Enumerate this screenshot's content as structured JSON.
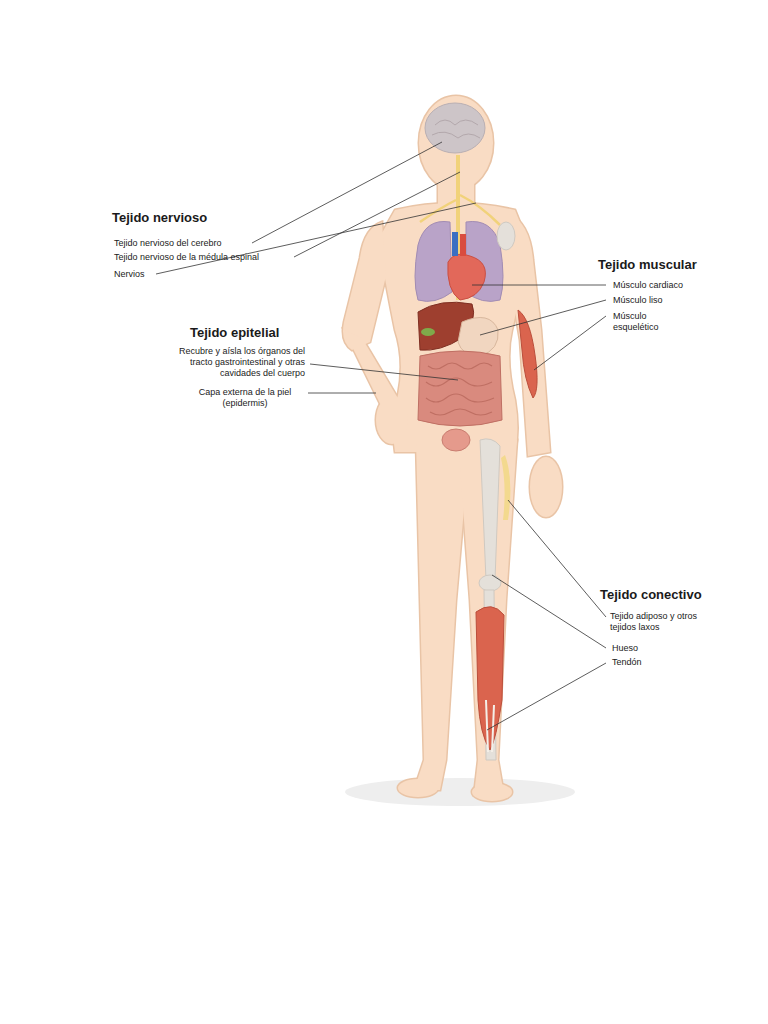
{
  "diagram": {
    "labels": [
      "Tejido nervioso",
      "Tejido nervioso del cerebro",
      "Tejido nervioso de la médula espinal",
      "Nervios",
      "Tejido muscular",
      "Músculo cardiaco",
      "Músculo liso",
      "Músculo esquelético",
      "Tejido epitelial",
      "Recubre y aísla los órganos del tracto gastrointestinal y otras cavidades del cuerpo",
      "Capa externa de la piel (epidermis)",
      "Tejido conectivo",
      "Tejido adiposo y otros tejidos laxos",
      "Hueso",
      "Tendón"
    ]
  }
}
